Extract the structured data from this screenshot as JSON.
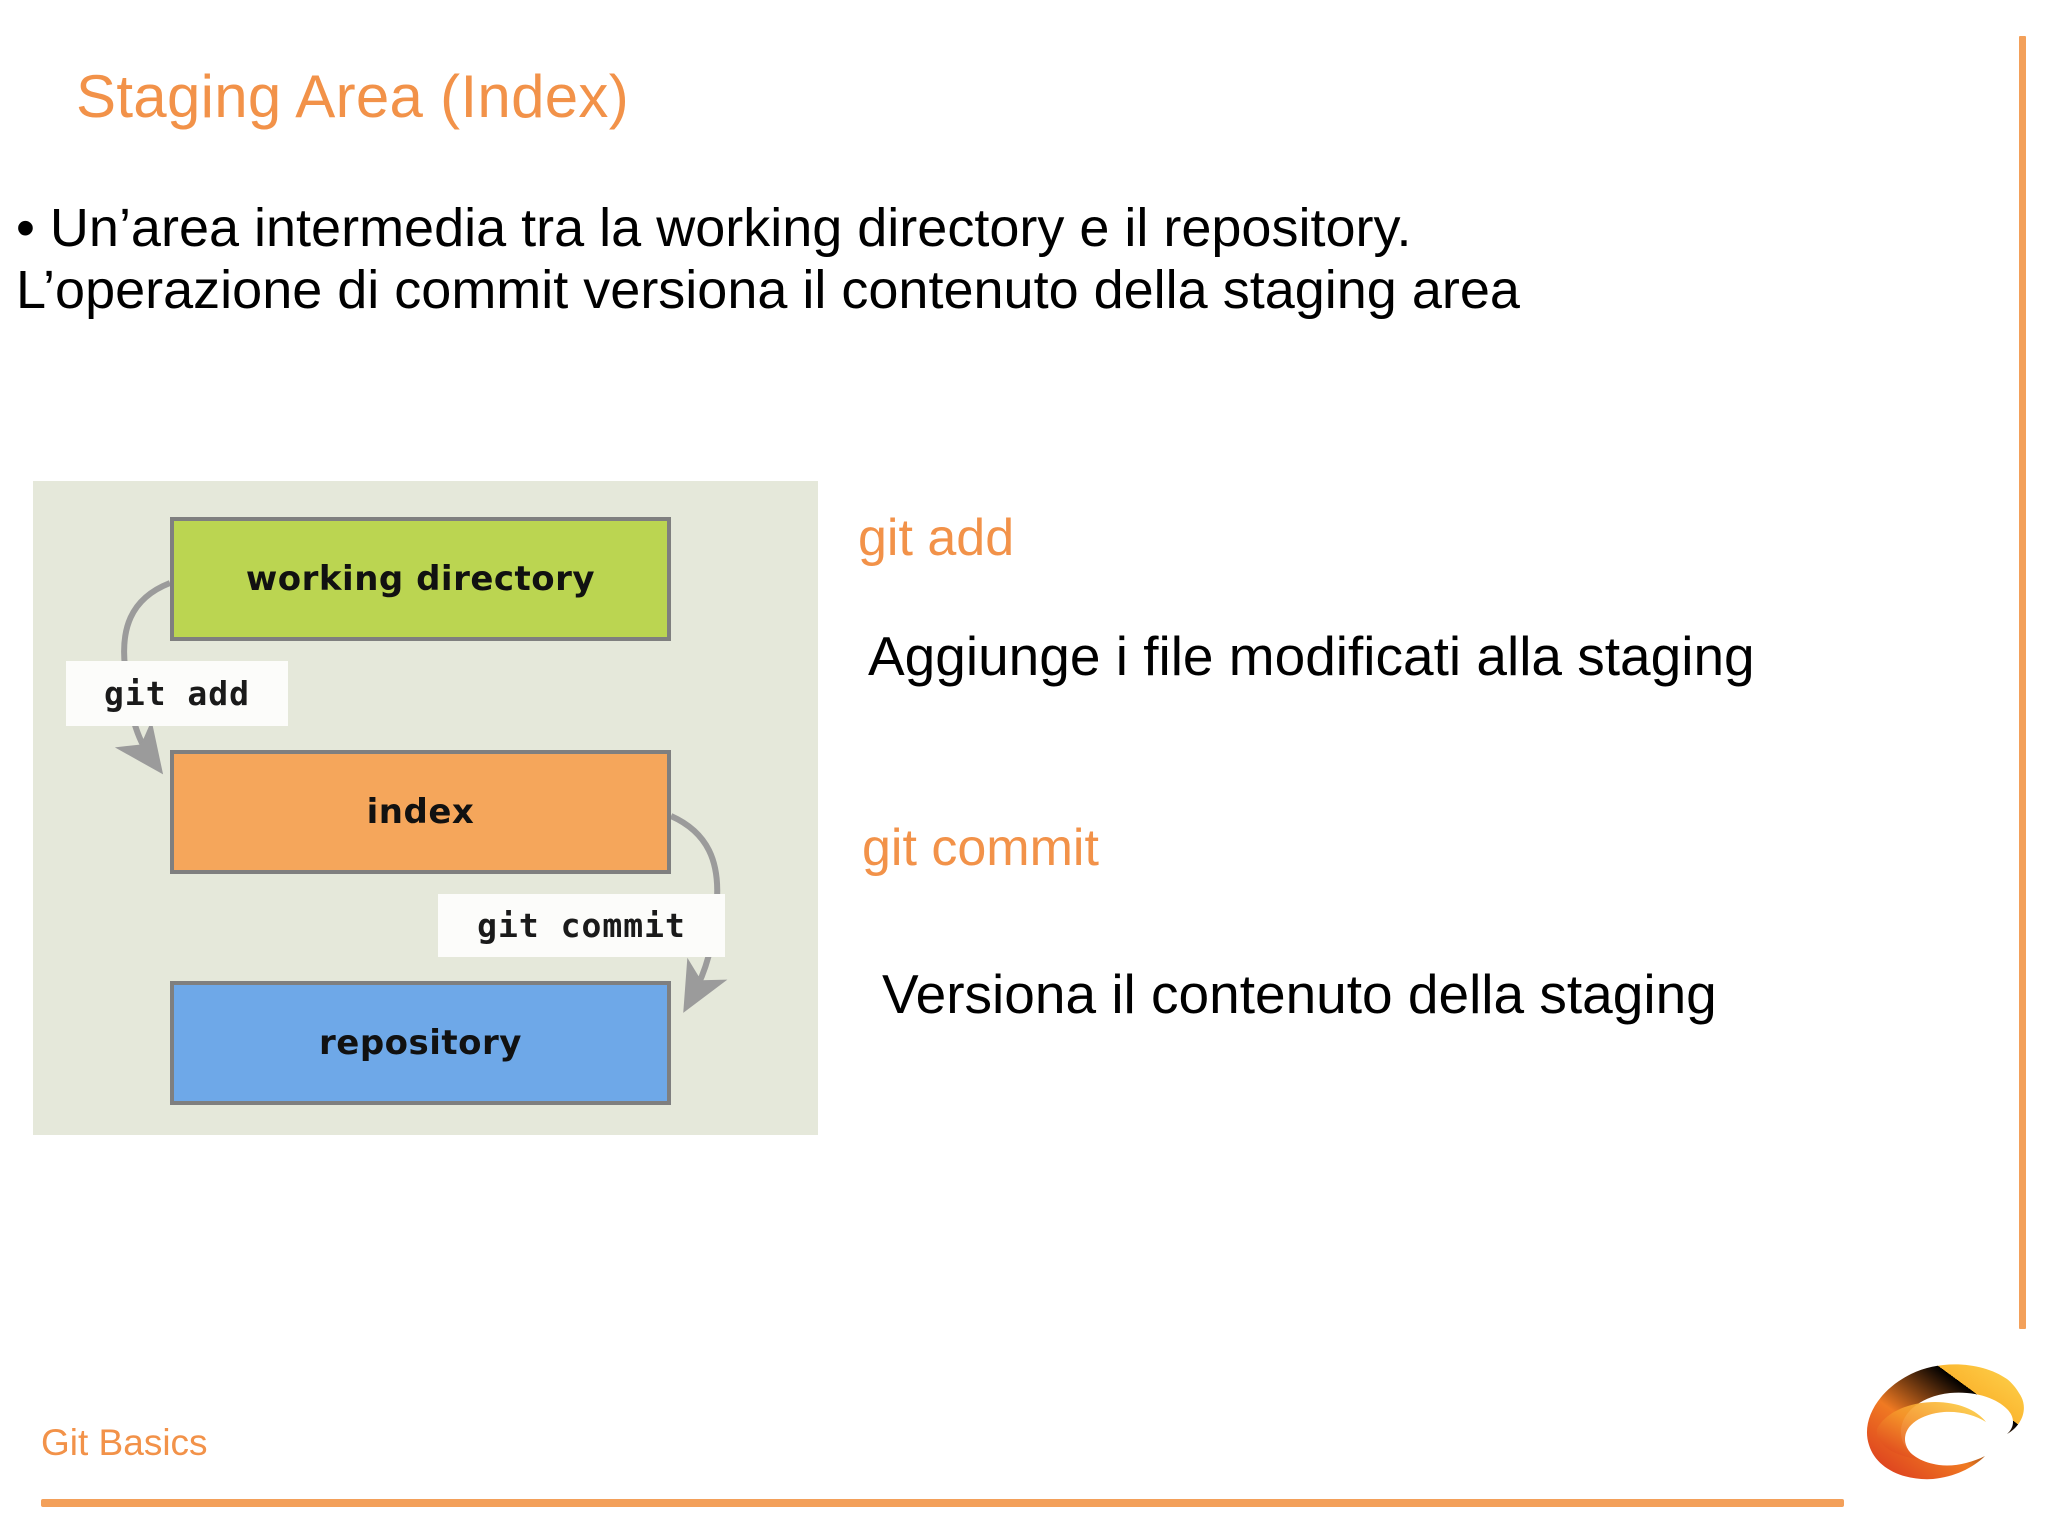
{
  "slide": {
    "title": "Staging Area (Index)",
    "footer_label": "Git Basics",
    "logo_name": "e-swirl-logo",
    "accent_color": "#F29249",
    "rule_color": "#F3A05A",
    "body_text_color": "#000000"
  },
  "body": {
    "bullet_marker": "•",
    "lines": [
      "• Un’area intermedia tra la working directory e il repository.",
      "L’operazione di commit versiona il contenuto della staging area"
    ]
  },
  "diagram": {
    "background_color": "#E5E8DA",
    "border_color": "#7F7F7F",
    "nodes": [
      {
        "id": "working-directory",
        "label": "working directory",
        "color": "#BBD551"
      },
      {
        "id": "index",
        "label": "index",
        "color": "#F5A65B"
      },
      {
        "id": "repository",
        "label": "repository",
        "color": "#6EA8E8"
      }
    ],
    "arrows": [
      {
        "id": "git-add",
        "label": "git add",
        "from": "working-directory",
        "to": "index"
      },
      {
        "id": "git-commit",
        "label": "git commit",
        "from": "index",
        "to": "repository"
      }
    ]
  },
  "right_column": {
    "sections": [
      {
        "heading": "git add",
        "description": "Aggiunge i file modificati alla staging"
      },
      {
        "heading": "git commit",
        "description": "Versiona il contenuto della staging"
      }
    ]
  }
}
